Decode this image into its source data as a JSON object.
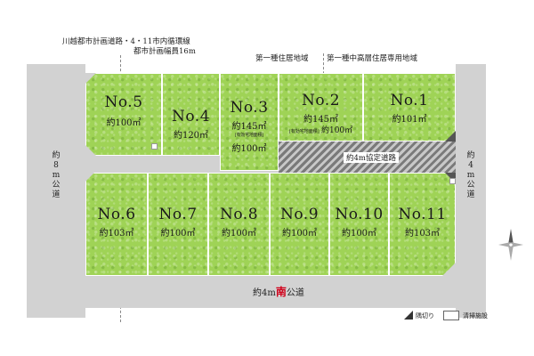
{
  "zones": {
    "left_zone": "第一種住居地域",
    "right_zone": "第一種中高層住居専用地域",
    "planned_road_line1": "川越都市計画道路・4・11市内循環線",
    "planned_road_line2": "都市計画幅員16m"
  },
  "roads": {
    "west": "約8m公道",
    "east": "約4m公道",
    "south_prefix": "約4m",
    "south_dir": "南",
    "south_suffix": "公道",
    "private": "約4m協定道路"
  },
  "lots": [
    {
      "no": "No.5",
      "area": "約100㎡"
    },
    {
      "no": "No.4",
      "area": "約120㎡"
    },
    {
      "no": "No.3",
      "area": "約145㎡",
      "note": "[有効宅地面積]",
      "effective": "約100㎡"
    },
    {
      "no": "No.2",
      "area": "約145㎡",
      "note": "[有効宅地面積]",
      "effective": "約100㎡"
    },
    {
      "no": "No.1",
      "area": "約101㎡"
    },
    {
      "no": "No.6",
      "area": "約103㎡"
    },
    {
      "no": "No.7",
      "area": "約100㎡"
    },
    {
      "no": "No.8",
      "area": "約100㎡"
    },
    {
      "no": "No.9",
      "area": "約100㎡"
    },
    {
      "no": "No.10",
      "area": "約100㎡"
    },
    {
      "no": "No.11",
      "area": "約103㎡"
    }
  ],
  "legend": {
    "corner_cut": "隅切り",
    "utility_pole": "清掃施設"
  },
  "colors": {
    "lot": "#9fd356",
    "road": "#d2d2d2",
    "south_dir": "#d0021b"
  },
  "icons": {
    "compass": "north-compass-icon"
  }
}
